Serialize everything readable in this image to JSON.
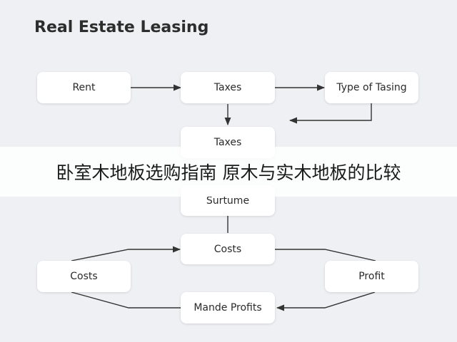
{
  "title": "Real Estate Leasing",
  "nodes": {
    "rent": "Rent",
    "taxes_top": "Taxes",
    "type_of_tasing": "Type of Tasing",
    "taxes_mid": "Taxes",
    "surtume": "Surtume",
    "costs_center": "Costs",
    "costs_left": "Costs",
    "profit": "Profit",
    "mande_profits": "Mande Profits"
  },
  "banner": "卧室木地板选购指南 原木与实木地板的比较",
  "colors": {
    "background": "#eef0f3",
    "node": "#ffffff",
    "edge": "#333333"
  }
}
